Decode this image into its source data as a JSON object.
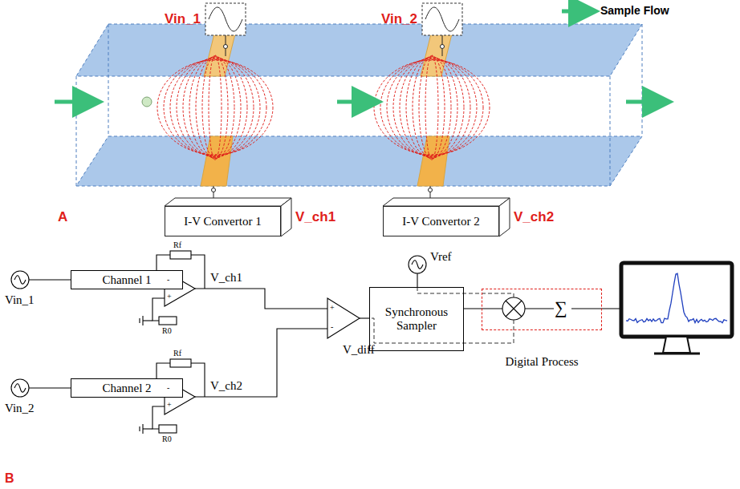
{
  "diagram": {
    "nodes": [
      {
        "text": [
          "I-V Convertor 1"
        ]
      },
      {
        "text": [
          "I-V Convertor 2"
        ]
      },
      {
        "text": [
          "Channel 1"
        ]
      },
      {
        "text": [
          "Channel 2"
        ]
      },
      {
        "text": [
          "Synchronous Sampler"
        ]
      },
      {
        "text": [
          "Digital Process"
        ]
      }
    ],
    "labels": [
      "Vin_1",
      "Vin_2",
      "V_ch1",
      "V_ch2",
      "A",
      "Rf",
      "R0",
      "V_ch1",
      "Vin_1",
      "Rf",
      "R0",
      "V_ch2",
      "Vin_2",
      "B",
      "Vref",
      "V_diff",
      "-",
      "+",
      "-",
      "+",
      "+",
      "-",
      "∑"
    ],
    "legend": [
      {
        "text": "Sample Flow"
      }
    ]
  }
}
